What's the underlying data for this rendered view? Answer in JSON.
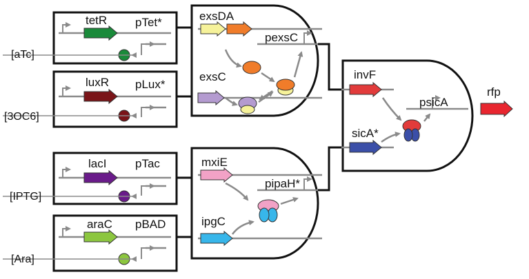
{
  "inputs": {
    "atc": "[aTc]",
    "ooc": "[3OC6]",
    "iptg": "[IPTG]",
    "ara": "[Ara]"
  },
  "sensors": {
    "tet": {
      "gene": "tetR",
      "promoter": "pTet*"
    },
    "lux": {
      "gene": "luxR",
      "promoter": "pLux*"
    },
    "lac": {
      "gene": "lacI",
      "promoter": "pTac"
    },
    "bad": {
      "gene": "araC",
      "promoter": "pBAD"
    }
  },
  "gate1": {
    "gene_top": "exsDA",
    "gene_bottom": "exsC",
    "promoter": "pexsC"
  },
  "gate2": {
    "gene_top": "mxiE",
    "gene_bottom": "ipgC",
    "promoter": "pipaH*"
  },
  "gate3": {
    "gene_top": "invF",
    "gene_bottom": "sicA*",
    "promoter": "psicA",
    "output": "rfp"
  },
  "colors": {
    "tetR": "#1a8a3a",
    "luxR": "#7a1418",
    "lacI": "#6a1b8a",
    "araC": "#8cc63f",
    "exsD": "#f6f29a",
    "exsA": "#f07c2a",
    "exsC": "#b49bd0",
    "mxiE": "#f2a2c6",
    "ipgC": "#37b6ea",
    "invF": "#e23b3b",
    "sicA": "#3b4fa8",
    "rfp": "#e8262f",
    "line": "#8a8a8a",
    "frame": "#111111"
  }
}
